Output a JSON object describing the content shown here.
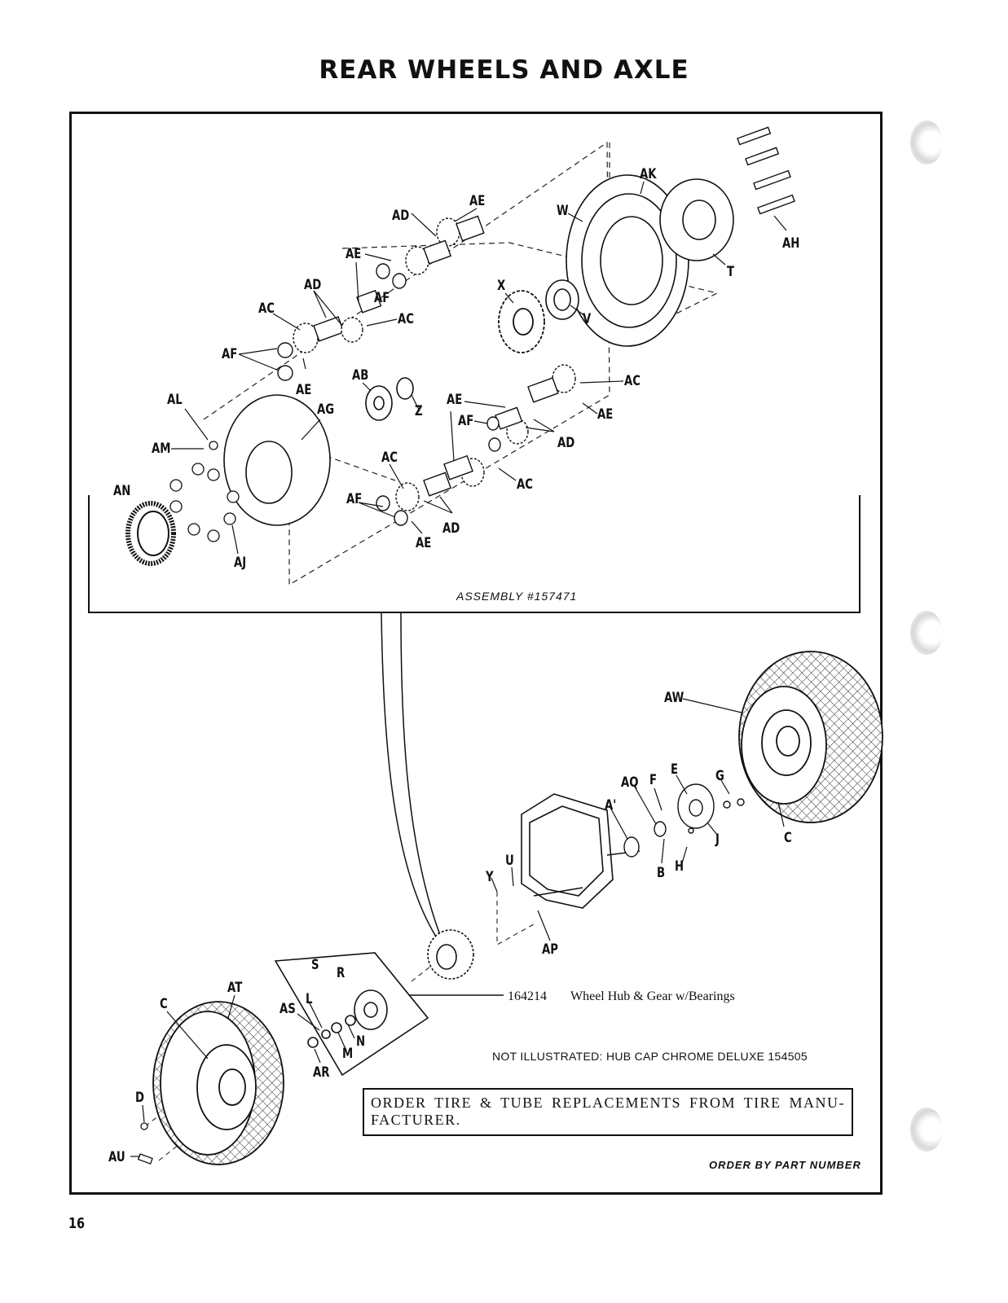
{
  "page": {
    "title": "REAR WHEELS AND AXLE",
    "page_number": "16"
  },
  "assembly": {
    "label": "ASSEMBLY #157471"
  },
  "callouts": {
    "AK": "AK",
    "W": "W",
    "AE_1": "AE",
    "AD_1": "AD",
    "AE_2": "AE",
    "AD_2": "AD",
    "AF_1": "AF",
    "AC_1": "AC",
    "AC_2": "AC",
    "X": "X",
    "V": "V",
    "T": "T",
    "AH": "AH",
    "AF_2": "AF",
    "AE_3": "AE",
    "AB": "AB",
    "Z": "Z",
    "AE_4": "AE",
    "AC_3": "AC",
    "AE_5": "AE",
    "AF_3": "AF",
    "AD_3": "AD",
    "AL": "AL",
    "AG": "AG",
    "AM": "AM",
    "AC_4": "AC",
    "AC_5": "AC",
    "AN": "AN",
    "AF_4": "AF",
    "AD_4": "AD",
    "AE_6": "AE",
    "AJ": "AJ",
    "AW": "AW",
    "E": "E",
    "G": "G",
    "AQ": "AQ",
    "F": "F",
    "A_prime": "A'",
    "J": "J",
    "C_1": "C",
    "B": "B",
    "H": "H",
    "U": "U",
    "Y": "Y",
    "AP": "AP",
    "S": "S",
    "R": "R",
    "AT": "AT",
    "C_2": "C",
    "AS": "AS",
    "L": "L",
    "N": "N",
    "M": "M",
    "AR": "AR",
    "D": "D",
    "AU": "AU"
  },
  "hub_part": {
    "number": "164214",
    "description": "Wheel Hub & Gear w/Bearings"
  },
  "notes": {
    "not_illustrated": "NOT ILLUSTRATED: HUB CAP CHROME DELUXE 154505",
    "order_tires": "ORDER TIRE & TUBE REPLACEMENTS FROM TIRE MANU- FACTURER.",
    "order_by": "ORDER BY PART NUMBER"
  }
}
